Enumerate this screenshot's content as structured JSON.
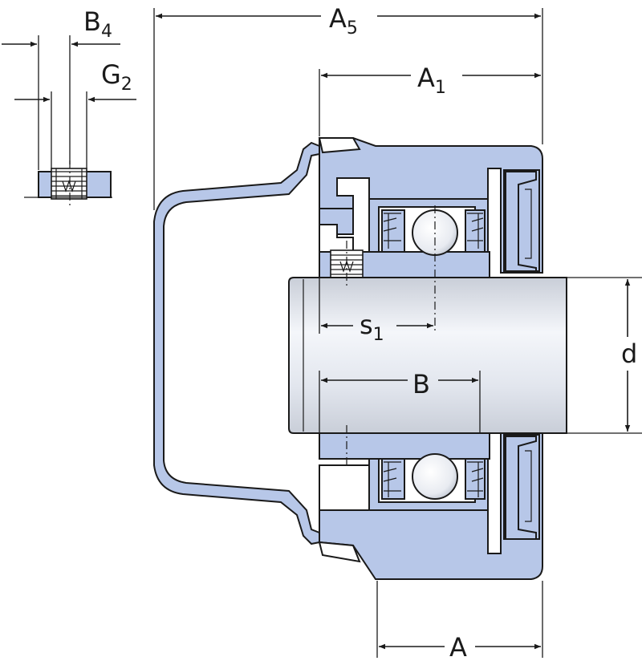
{
  "labels": {
    "a5": {
      "main": "A",
      "sub": "5"
    },
    "a1": {
      "main": "A",
      "sub": "1"
    },
    "a": {
      "main": "A"
    },
    "b": {
      "main": "B"
    },
    "b4": {
      "main": "B",
      "sub": "4"
    },
    "g2": {
      "main": "G",
      "sub": "2"
    },
    "s1": {
      "main": "s",
      "sub": "1"
    },
    "d": {
      "main": "d"
    }
  },
  "colors": {
    "part_fill": "#b7c7e8",
    "shaft_light": "#f4f6fa",
    "shaft_dark": "#c9ced8",
    "line": "#1a1a1a"
  }
}
